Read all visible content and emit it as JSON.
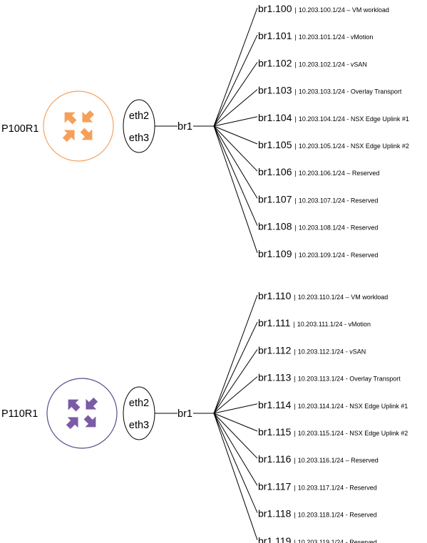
{
  "colors": {
    "router1_accent": "#f5a05a",
    "router1_ring": "#f4a261",
    "router2_accent": "#7b5aa6",
    "router2_ring": "#5b4a8a",
    "line": "#000000",
    "background": "#ffffff"
  },
  "routers": [
    {
      "name": "P100R1",
      "icon": "router-arrows-icon",
      "accent_key": "router1_accent",
      "ring_key": "router1_ring",
      "ports": [
        "eth2",
        "eth3"
      ],
      "bridge": "br1",
      "vlans": [
        {
          "id": "br1.100",
          "sep": "|",
          "desc": "10.203.100.1/24 – VM workload"
        },
        {
          "id": "br1.101",
          "sep": "|",
          "desc": "10.203.101.1/24 - vMotion"
        },
        {
          "id": "br1.102",
          "sep": "|",
          "desc": "10.203.102.1/24 - vSAN"
        },
        {
          "id": "br1.103",
          "sep": "|",
          "desc": "10.203.103.1/24 - Overlay Transport"
        },
        {
          "id": "br1.104",
          "sep": "|",
          "desc": "10.203.104.1/24 - NSX Edge Uplink #1"
        },
        {
          "id": "br1.105",
          "sep": "|",
          "desc": "10.203.105.1/24 - NSX Edge Uplink #2"
        },
        {
          "id": "br1.106",
          "sep": "|",
          "desc": "10.203.106.1/24 – Reserved"
        },
        {
          "id": "br1.107",
          "sep": "|",
          "desc": "10.203.107.1/24 - Reserved"
        },
        {
          "id": "br1.108",
          "sep": "|",
          "desc": "10.203.108.1/24 - Reserved"
        },
        {
          "id": "br1.109",
          "sep": "|",
          "desc": "10.203.109.1/24 - Reserved"
        }
      ]
    },
    {
      "name": "P110R1",
      "icon": "router-arrows-icon",
      "accent_key": "router2_accent",
      "ring_key": "router2_ring",
      "ports": [
        "eth2",
        "eth3"
      ],
      "bridge": "br1",
      "vlans": [
        {
          "id": "br1.110",
          "sep": "|",
          "desc": "10.203.110.1/24 – VM workload"
        },
        {
          "id": "br1.111",
          "sep": "|",
          "desc": "10.203.111.1/24 - vMotion"
        },
        {
          "id": "br1.112",
          "sep": "|",
          "desc": "10.203.112.1/24 - vSAN"
        },
        {
          "id": "br1.113",
          "sep": "|",
          "desc": "10.203.113.1/24 - Overlay Transport"
        },
        {
          "id": "br1.114",
          "sep": "|",
          "desc": "10.203.114.1/24 - NSX Edge Uplink #1"
        },
        {
          "id": "br1.115",
          "sep": "|",
          "desc": "10.203.115.1/24 - NSX Edge Uplink #2"
        },
        {
          "id": "br1.116",
          "sep": "|",
          "desc": "10.203.116.1/24 – Reserved"
        },
        {
          "id": "br1.117",
          "sep": "|",
          "desc": "10.203.117.1/24 - Reserved"
        },
        {
          "id": "br1.118",
          "sep": "|",
          "desc": "10.203.118.1/24 - Reserved"
        },
        {
          "id": "br1.119",
          "sep": "|",
          "desc": "10.203.119.1/24 - Reserved"
        }
      ]
    }
  ]
}
